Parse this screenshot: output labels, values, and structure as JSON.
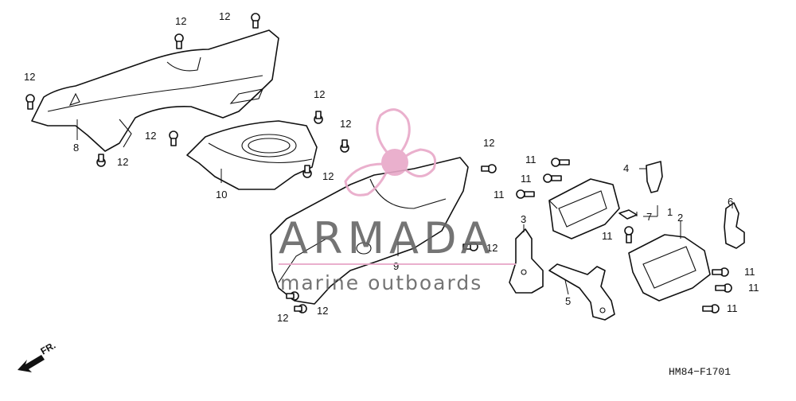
{
  "diagram": {
    "callouts": {
      "c1": "1",
      "c2": "2",
      "c3": "3",
      "c4": "4",
      "c5": "5",
      "c6": "6",
      "c7": "7",
      "c8": "8",
      "c9": "9",
      "c10": "10",
      "c11": "11",
      "c12": "12"
    },
    "front_marker": "FR.",
    "diagram_code": "HM84−F1701"
  },
  "watermark": {
    "brand": "ARMADA",
    "tagline": "marine outboards",
    "logo_color": "#e8a8c8",
    "text_color": "#666666"
  }
}
